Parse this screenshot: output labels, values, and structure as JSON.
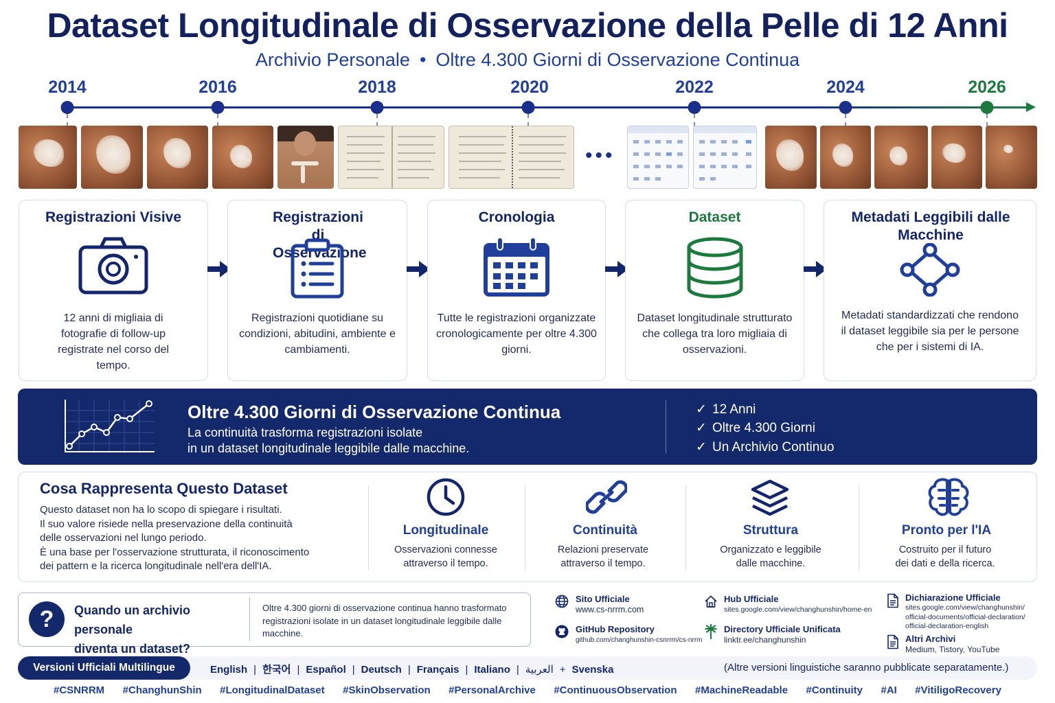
{
  "header": {
    "title": "Dataset Longitudinale di Osservazione della Pelle di 12 Anni",
    "subtitle_left": "Archivio Personale",
    "subtitle_sep": "•",
    "subtitle_right": "Oltre 4.300 Giorni di Osservazione Continua"
  },
  "timeline": {
    "years": [
      "2014",
      "2016",
      "2018",
      "2020",
      "2022",
      "2024",
      "2026"
    ],
    "ellipsis": "•••",
    "accent_colors": {
      "main": "#1a2f8a",
      "end": "#1c7a3e"
    }
  },
  "steps": [
    {
      "title": "Registrazioni Visive",
      "icon": "camera-icon",
      "desc": "12 anni di migliaia di fotografie di follow-up registrate nel corso del tempo."
    },
    {
      "title": "Registrazioni di Osservazione",
      "icon": "clipboard-list-icon",
      "desc": "Registrazioni quotidiane su condizioni, abitudini, ambiente e cambiamenti."
    },
    {
      "title": "Cronologia",
      "icon": "calendar-icon",
      "desc": "Tutte le registrazioni organizzate cronologicamente per oltre 4.300 giorni."
    },
    {
      "title": "Dataset",
      "icon": "database-icon",
      "desc": "Dataset longitudinale strutturato che collega tra loro migliaia di osservazioni."
    },
    {
      "title": "Metadati Leggibili dalle Macchine",
      "icon": "network-nodes-icon",
      "desc": "Metadati standardizzati che rendono il dataset leggibile sia per le persone che per i sistemi di IA."
    }
  ],
  "banner": {
    "title": "Oltre 4.300 Giorni di Osservazione Continua",
    "desc_line1": "La continuità trasforma registrazioni isolate",
    "desc_line2": "in un dataset longitudinale leggibile dalle macchine.",
    "checks": [
      "12 Anni",
      "Oltre 4.300 Giorni",
      "Un Archivio Continuo"
    ],
    "check_mark": "✓"
  },
  "represents": {
    "title": "Cosa Rappresenta Questo Dataset",
    "lines": [
      "Questo dataset non ha lo scopo di spiegare i risultati.",
      "Il suo valore risiede nella preservazione della continuità",
      "delle osservazioni nel lungo periodo.",
      "È una base per l'osservazione strutturata, il riconoscimento",
      "dei pattern e la ricerca longitudinale nell'era dell'IA."
    ],
    "features": [
      {
        "title": "Longitudinale",
        "icon": "clock-icon",
        "desc1": "Osservazioni connesse",
        "desc2": "attraverso il tempo."
      },
      {
        "title": "Continuità",
        "icon": "chain-link-icon",
        "desc1": "Relazioni preservate",
        "desc2": "attraverso il tempo."
      },
      {
        "title": "Struttura",
        "icon": "layers-icon",
        "desc1": "Organizzato e leggibile",
        "desc2": "dalle macchine."
      },
      {
        "title": "Pronto per l'IA",
        "icon": "brain-icon",
        "desc1": "Costruito per il futuro",
        "desc2": "dei dati e della ricerca."
      }
    ]
  },
  "question": {
    "mark": "?",
    "line1": "Quando un archivio personale",
    "line2": "diventa un dataset?",
    "answer": "Oltre 4.300 giorni di osservazione continua hanno trasformato registrazioni isolate in un dataset longitudinale leggibile dalle macchine."
  },
  "links": {
    "site": {
      "title": "Sito Ufficiale",
      "url": "www.cs-nrrm.com",
      "icon": "globe-icon"
    },
    "github": {
      "title": "GitHub Repository",
      "url": "github.com/changhunshin-csnrrm/cs-nrrm",
      "icon": "github-icon"
    },
    "hub": {
      "title": "Hub Ufficiale",
      "url": "sites.google.com/view/changhunshin/home-en",
      "icon": "home-icon"
    },
    "directory": {
      "title": "Directory Ufficiale Unificata",
      "url": "linktr.ee/changhunshin",
      "icon": "linktree-icon"
    },
    "declaration": {
      "title": "Dichiarazione Ufficiale",
      "url1": "sites.google.com/view/changhunshin/",
      "url2": "official-documents/official-declaration/",
      "url3": "official-declaration-english",
      "icon": "document-icon"
    },
    "archives": {
      "title": "Altri Archivi",
      "url": "Medium, Tistory, YouTube",
      "icon": "document-icon"
    }
  },
  "languages": {
    "label": "Versioni Ufficiali Multilingue",
    "list": [
      "English",
      "한국어",
      "Español",
      "Deutsch",
      "Français",
      "Italiano",
      "العربية",
      "Svenska"
    ],
    "separator": "|",
    "last_separator": "+",
    "note": "(Altre versioni linguistiche saranno pubblicate separatamente.)"
  },
  "hashtags": [
    "#CSNRRM",
    "#ChanghunShin",
    "#LongitudinalDataset",
    "#SkinObservation",
    "#PersonalArchive",
    "#ContinuousObservation",
    "#MachineReadable",
    "#Continuity",
    "#AI",
    "#VitiligoRecovery"
  ]
}
